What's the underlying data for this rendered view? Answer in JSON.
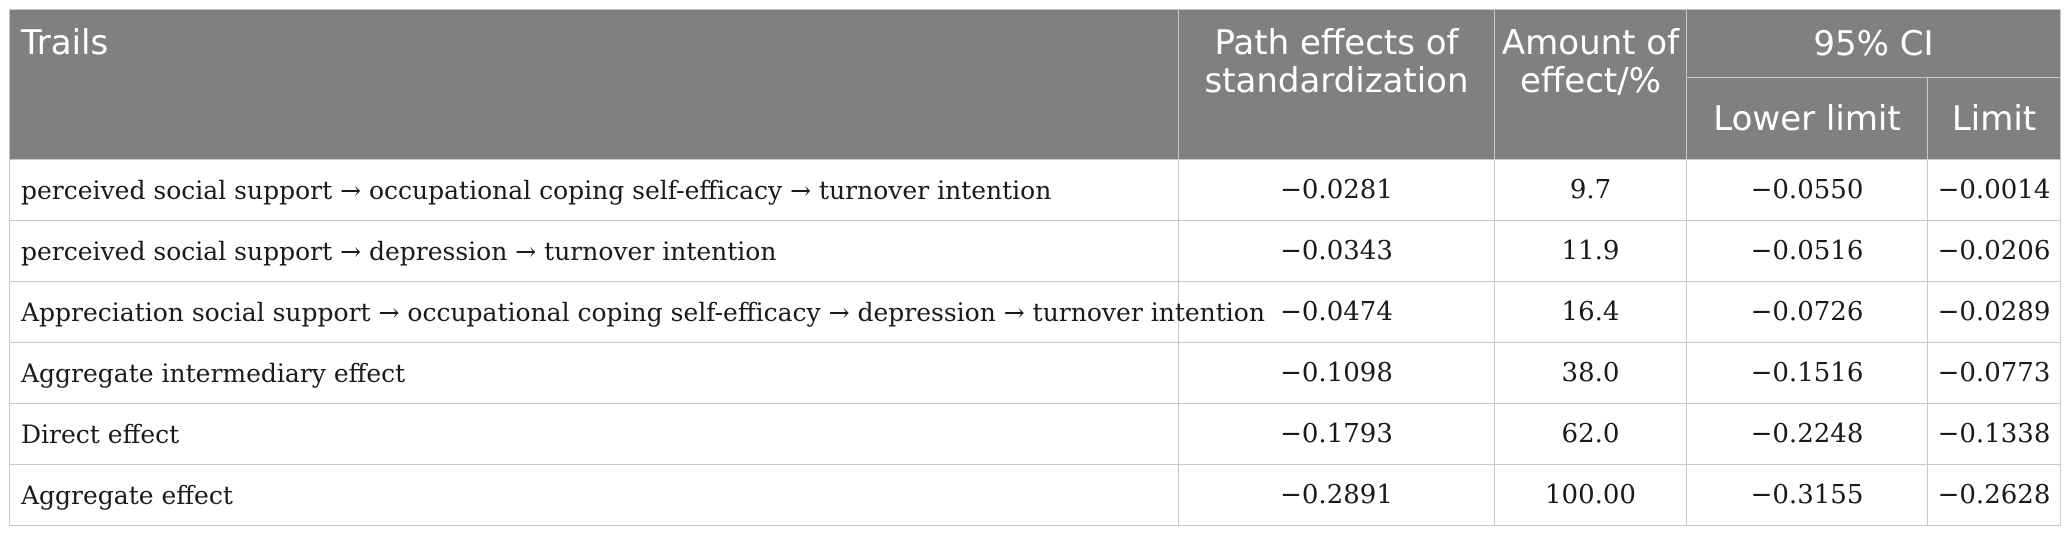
{
  "table": {
    "headers": {
      "trails": "Trails",
      "path_effects": "Path effects of standardization",
      "amount": "Amount of effect/%",
      "ci": "95% CI",
      "lower_limit": "Lower limit",
      "limit": "Limit"
    },
    "rows": [
      {
        "trail": "perceived social support → occupational coping self-efficacy → turnover intention",
        "path": "−0.0281",
        "amount": "9.7",
        "lower": "−0.0550",
        "upper": "−0.0014"
      },
      {
        "trail": "perceived social support → depression → turnover intention",
        "path": "−0.0343",
        "amount": "11.9",
        "lower": "−0.0516",
        "upper": "−0.0206"
      },
      {
        "trail": "Appreciation social support → occupational coping self-efficacy → depression → turnover intention",
        "path": "−0.0474",
        "amount": "16.4",
        "lower": "−0.0726",
        "upper": "−0.0289"
      },
      {
        "trail": "Aggregate intermediary effect",
        "path": "−0.1098",
        "amount": "38.0",
        "lower": "−0.1516",
        "upper": "−0.0773"
      },
      {
        "trail": "Direct effect",
        "path": "−0.1793",
        "amount": "62.0",
        "lower": "−0.2248",
        "upper": "−0.1338"
      },
      {
        "trail": "Aggregate effect",
        "path": "−0.2891",
        "amount": "100.00",
        "lower": "−0.3155",
        "upper": "−0.2628"
      }
    ]
  }
}
